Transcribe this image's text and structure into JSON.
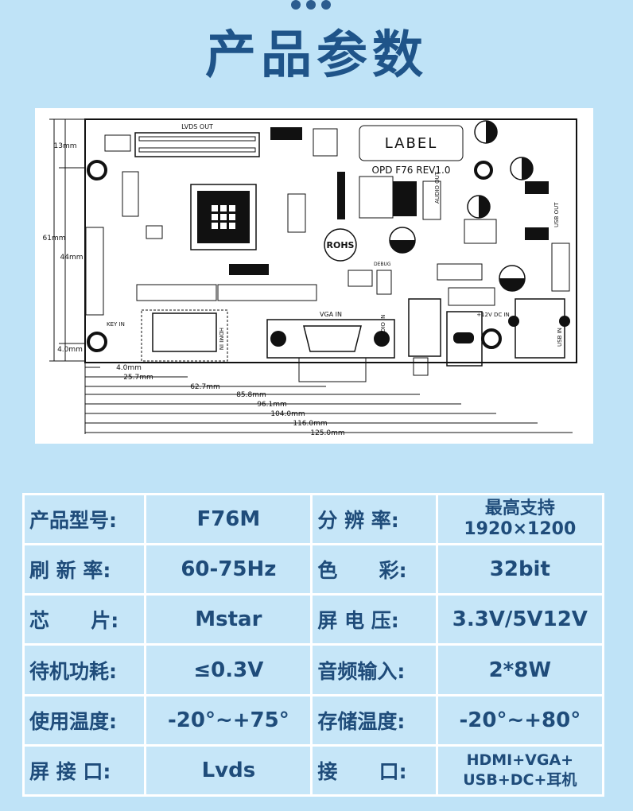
{
  "title": "产品参数",
  "diagram": {
    "label": "LABEL",
    "board_model": "OPD F76  REV1.0",
    "rohs": "ROHS",
    "connectors": {
      "lvds_out": "LVDS OUT",
      "vga_in": "VGA IN",
      "hdmi_in": "HDMI IN",
      "audio_in": "AUDIO IN",
      "audio_out": "AUDIO OUT",
      "usb_out": "USB OUT",
      "usb_in": "USB IN",
      "dc_in": "+12V DC IN",
      "key_in": "KEY IN",
      "debug": "DEBUG"
    },
    "dimensions_vertical": [
      "13mm",
      "61mm",
      "44mm",
      "4.0mm"
    ],
    "dimensions_horizontal": [
      "4.0mm",
      "25.7mm",
      "62.7mm",
      "85.8mm",
      "96.1mm",
      "104.0mm",
      "116.0mm",
      "125.0mm"
    ]
  },
  "specs": [
    {
      "label1": "产品型号:",
      "value1": "F76M",
      "label2": "分 辨 率:",
      "value2": [
        "最高支持",
        "1920×1200"
      ]
    },
    {
      "label1": "刷 新 率:",
      "value1": "60-75Hz",
      "label2": "色      彩:",
      "value2": "32bit"
    },
    {
      "label1": "芯      片:",
      "value1": "Mstar",
      "label2": "屏 电 压:",
      "value2": "3.3V/5V12V"
    },
    {
      "label1": "待机功耗:",
      "value1": "≤0.3V",
      "label2": "音频输入:",
      "value2": "2*8W"
    },
    {
      "label1": "使用温度:",
      "value1": "-20°~+75°",
      "label2": "存储温度:",
      "value2": "-20°~+80°"
    },
    {
      "label1": "屏 接 口:",
      "value1": "Lvds",
      "label2": "接      口:",
      "value2": [
        "HDMI+VGA+",
        "USB+DC+耳机"
      ]
    }
  ],
  "colors": {
    "background": "#bfe3f7",
    "title": "#1f5489",
    "table_text": "#1f4c7a",
    "table_border": "#ffffff"
  }
}
